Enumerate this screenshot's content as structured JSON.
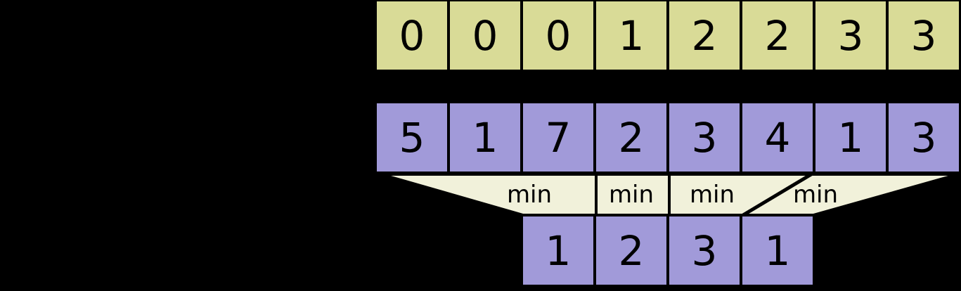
{
  "diagram": {
    "description": "block decomposition range-minimum diagram",
    "block_index_row": {
      "cells": [
        "0",
        "0",
        "0",
        "1",
        "2",
        "2",
        "3",
        "3"
      ]
    },
    "array_row": {
      "cells": [
        "5",
        "1",
        "7",
        "2",
        "3",
        "4",
        "1",
        "3"
      ]
    },
    "min_labels": [
      "min",
      "min",
      "min",
      "min"
    ],
    "block_min_row": {
      "cells": [
        "1",
        "2",
        "3",
        "1"
      ]
    },
    "colors": {
      "block_fill": "#d9db97",
      "array_fill": "#a19ad9",
      "funnel_fill": "#f1f1da",
      "line": "#000000",
      "text": "#000000",
      "background": "#000000"
    }
  }
}
